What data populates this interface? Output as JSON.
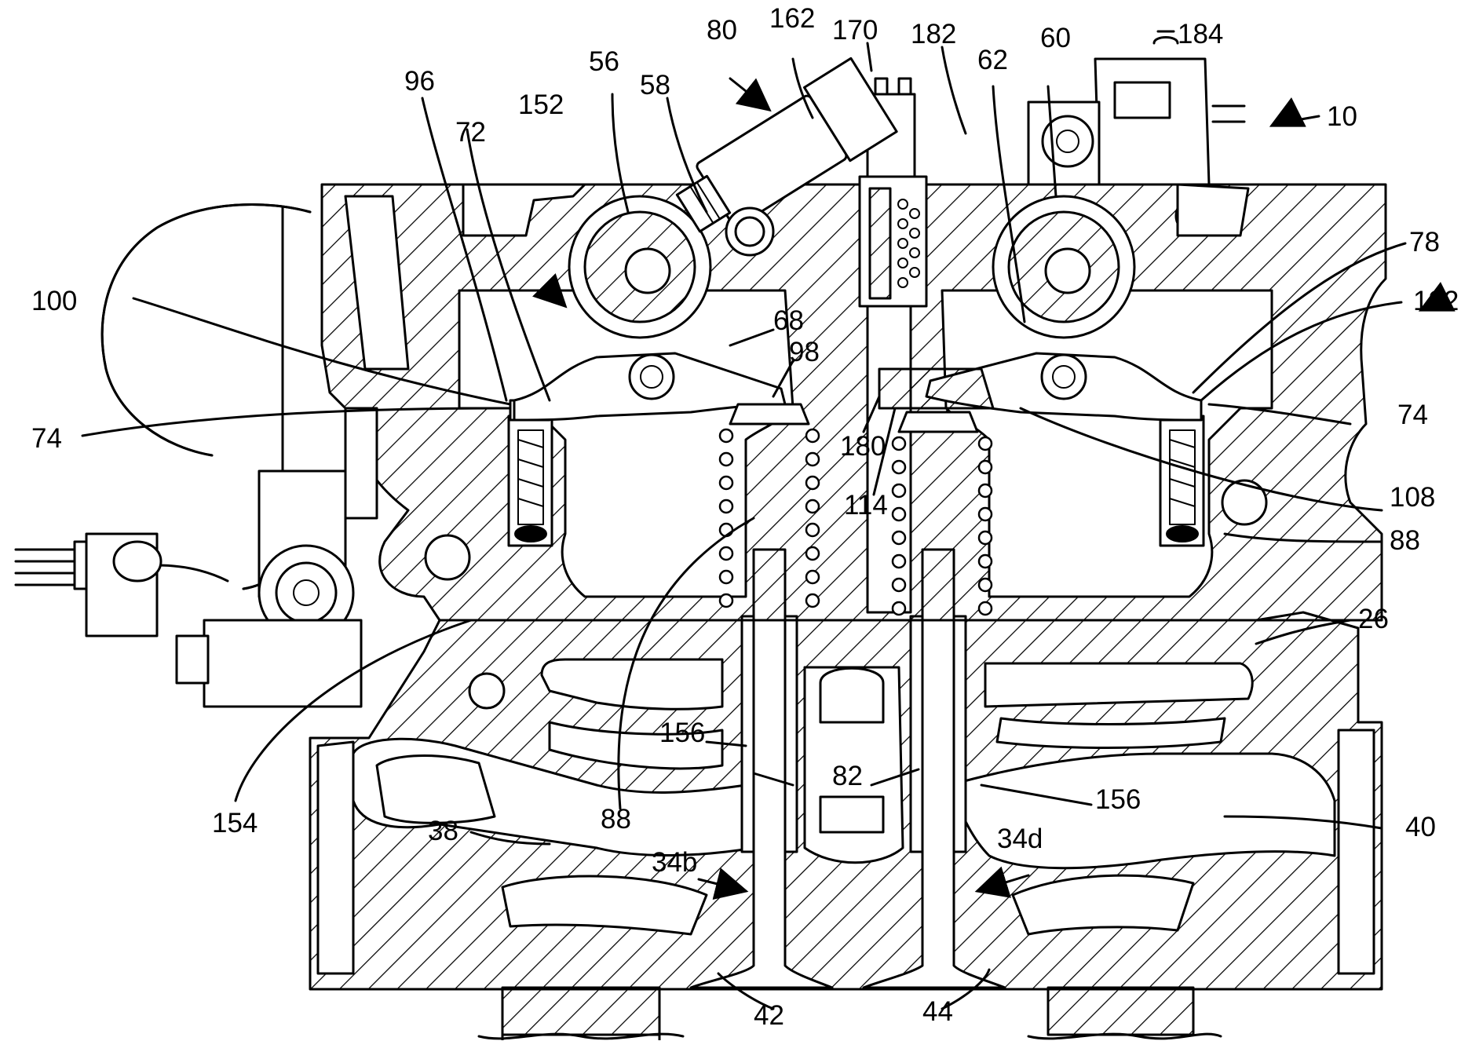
{
  "figure": {
    "labels": [
      {
        "id": "l10",
        "text": "10"
      },
      {
        "id": "l26",
        "text": "26"
      },
      {
        "id": "l34b",
        "text": "34b"
      },
      {
        "id": "l34d",
        "text": "34d"
      },
      {
        "id": "l38",
        "text": "38"
      },
      {
        "id": "l40",
        "text": "40"
      },
      {
        "id": "l42",
        "text": "42"
      },
      {
        "id": "l44",
        "text": "44"
      },
      {
        "id": "l56",
        "text": "56"
      },
      {
        "id": "l58",
        "text": "58"
      },
      {
        "id": "l60",
        "text": "60"
      },
      {
        "id": "l62",
        "text": "62"
      },
      {
        "id": "l68",
        "text": "68"
      },
      {
        "id": "l72",
        "text": "72"
      },
      {
        "id": "l74a",
        "text": "74"
      },
      {
        "id": "l74b",
        "text": "74"
      },
      {
        "id": "l78",
        "text": "78"
      },
      {
        "id": "l80",
        "text": "80"
      },
      {
        "id": "l82",
        "text": "82"
      },
      {
        "id": "l88a",
        "text": "88"
      },
      {
        "id": "l88b",
        "text": "88"
      },
      {
        "id": "l96",
        "text": "96"
      },
      {
        "id": "l98",
        "text": "98"
      },
      {
        "id": "l100",
        "text": "100"
      },
      {
        "id": "l108",
        "text": "108"
      },
      {
        "id": "l114",
        "text": "114"
      },
      {
        "id": "l122",
        "text": "122"
      },
      {
        "id": "l152",
        "text": "152"
      },
      {
        "id": "l154",
        "text": "154"
      },
      {
        "id": "l156a",
        "text": "156"
      },
      {
        "id": "l156b",
        "text": "156"
      },
      {
        "id": "l162",
        "text": "162"
      },
      {
        "id": "l170",
        "text": "170"
      },
      {
        "id": "l180",
        "text": "180"
      },
      {
        "id": "l182",
        "text": "182"
      },
      {
        "id": "l184",
        "text": "184"
      }
    ]
  }
}
